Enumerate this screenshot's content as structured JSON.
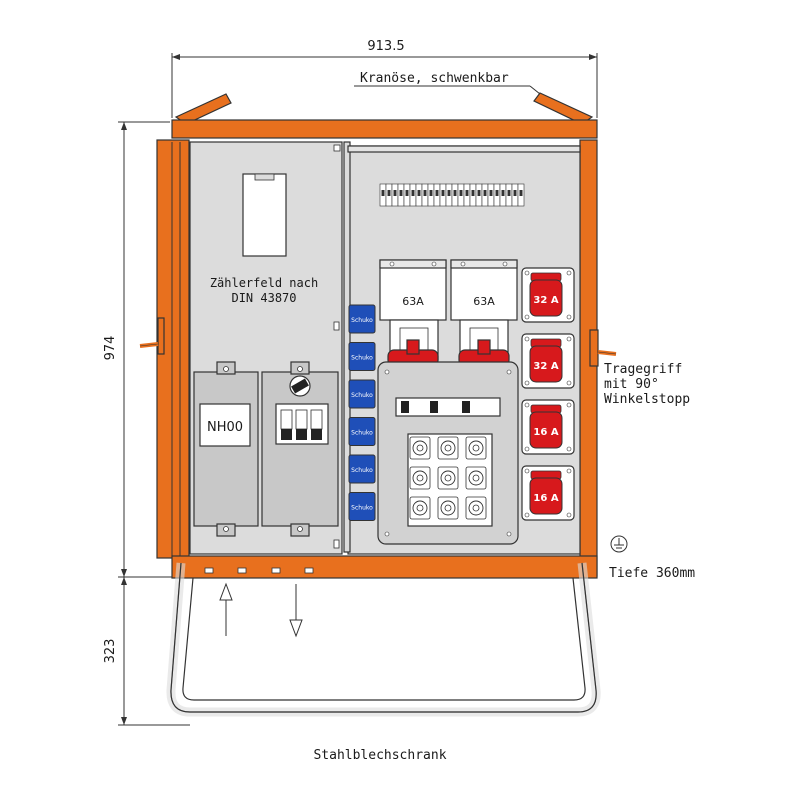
{
  "dimensions": {
    "width": "913.5",
    "height": "974",
    "leg_height": "323"
  },
  "annotations": {
    "crane_eye": "Kranöse, schwenkbar",
    "handle_line1": "Tragegriff",
    "handle_line2": "mit 90°",
    "handle_line3": "Winkelstopp",
    "depth": "Tiefe 360mm",
    "caption": "Stahlblechschrank"
  },
  "meter_field": {
    "line1": "Zählerfeld nach",
    "line2": "DIN 43870"
  },
  "fuse_label": "NH00",
  "main_switches": [
    "63A",
    "63A"
  ],
  "schuko_label": "Schuko",
  "schuko_count": 6,
  "cee_sockets": [
    "32 A",
    "32 A",
    "16 A",
    "16 A"
  ],
  "colors": {
    "cabinet_orange": "#E8701E",
    "panel_grey": "#DCDCDC",
    "schuko_blue": "#1F4FB8",
    "cee_red": "#D7191C"
  },
  "icons": {
    "ground_symbol": "earth-ground-icon",
    "arrow_in": "arrow-up-icon",
    "arrow_out": "arrow-down-icon"
  }
}
